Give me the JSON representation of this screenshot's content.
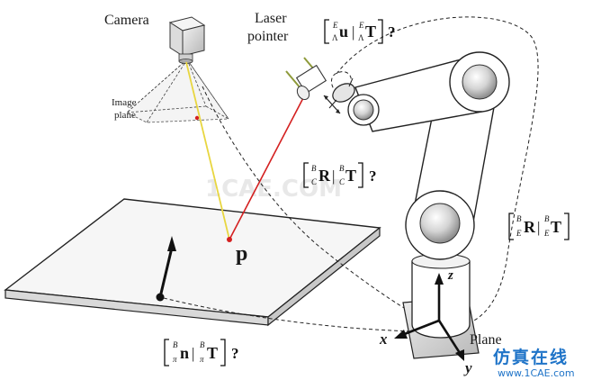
{
  "labels": {
    "camera": "Camera",
    "laser_line1": "Laser",
    "laser_line2": "pointer",
    "image_line1": "Image",
    "image_line2": "plane",
    "point": "p",
    "plane": "Plane",
    "axis_x": "x",
    "axis_y": "y",
    "axis_z": "z"
  },
  "equations": {
    "laser_to_effector": {
      "pre1": "E",
      "pre1_sub": "Λ",
      "sym1": "u",
      "sep": "|",
      "pre2": "E",
      "pre2_sub": "Λ",
      "sym2": "T",
      "suffix": "?"
    },
    "camera_to_base": {
      "pre1": "B",
      "pre1_sub": "C",
      "sym1": "R",
      "sep": "|",
      "pre2": "B",
      "pre2_sub": "C",
      "sym2": "T",
      "suffix": "?"
    },
    "effector_to_base": {
      "pre1": "B",
      "pre1_sub": "E",
      "sym1": "R",
      "sep": "|",
      "pre2": "B",
      "pre2_sub": "E",
      "sym2": "T",
      "suffix": ""
    },
    "plane_to_base": {
      "pre1": "B",
      "pre1_sub": "π",
      "sym1": "n",
      "sep": "|",
      "pre2": "B",
      "pre2_sub": "π",
      "sym2": "T",
      "suffix": "?"
    }
  },
  "watermark": {
    "chinese": "仿真在线",
    "site": "www.1CAE.com",
    "center": "1CAE.COM"
  },
  "colors": {
    "laser_beam": "#d42020",
    "camera_ray": "#e8d640",
    "watermark_blue": "#1f74c8"
  }
}
